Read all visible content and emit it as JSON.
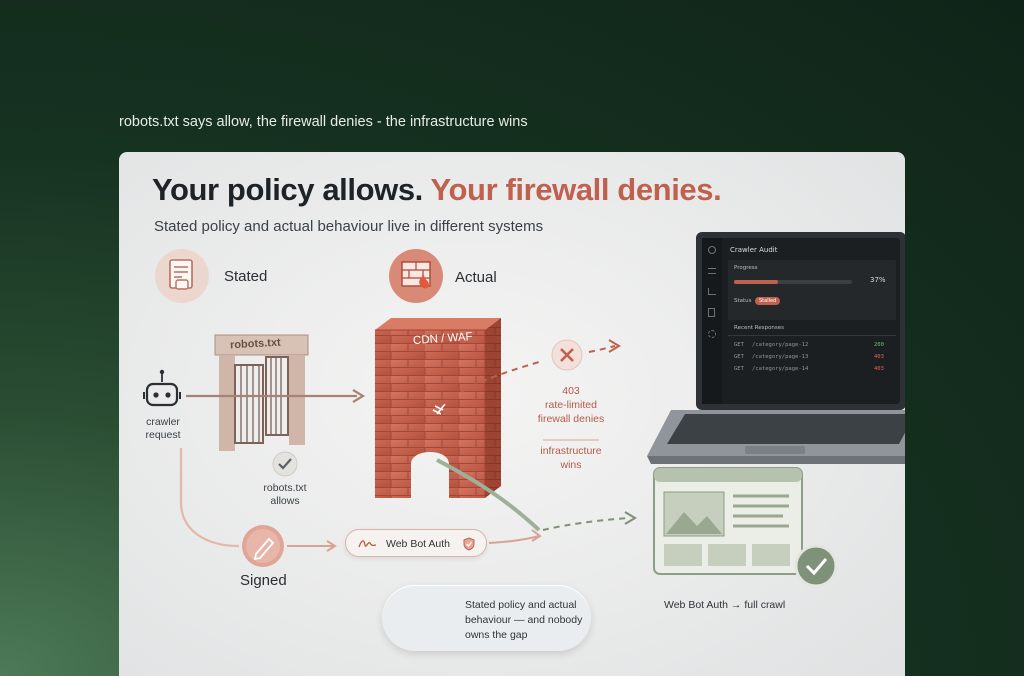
{
  "caption": "robots.txt says allow, the firewall denies - the infrastructure wins",
  "headline": {
    "part1": "Your policy allows.",
    "part2": "Your firewall denies."
  },
  "subhead": "Stated policy and actual behaviour live in different systems",
  "labels": {
    "stated": "Stated",
    "actual": "Actual",
    "signed": "Signed",
    "robots_gate": "robots.txt",
    "cdn_waf": "CDN / WAF",
    "crawler_line1": "crawler",
    "crawler_line2": "request",
    "robots_allows_line1": "robots.txt",
    "robots_allows_line2": "allows",
    "code_403": "403",
    "rate_limited": "rate-limited",
    "firewall_denies": "firewall denies",
    "infra_line1": "infrastructure",
    "infra_line2": "wins",
    "web_bot_auth": "Web Bot Auth",
    "full_crawl": "Web Bot Auth → full crawl",
    "lamp_line1": "Stated policy and actual",
    "lamp_line2": "behaviour — and nobody",
    "lamp_line3": "owns the gap"
  },
  "laptop": {
    "title": "Crawler Audit",
    "progress_label": "Progress",
    "progress_value": 0.37,
    "progress_text": "37%",
    "status_label": "Status",
    "status_value": "Stalled",
    "recent_label": "Recent Responses",
    "responses": [
      {
        "method": "GET",
        "path": "/category/page-12",
        "code": "200"
      },
      {
        "method": "GET",
        "path": "/category/page-13",
        "code": "403"
      },
      {
        "method": "GET",
        "path": "/category/page-14",
        "code": "403"
      }
    ]
  },
  "colors": {
    "accent_red": "#c06150",
    "ok_green": "#6fbf73",
    "brick": "#c0614f"
  },
  "icons": [
    "document-robot-icon",
    "brick-fire-icon",
    "robot-icon",
    "check-icon",
    "close-icon",
    "pen-icon",
    "signature-icon",
    "shield-check-icon",
    "lightbulb-icon"
  ]
}
